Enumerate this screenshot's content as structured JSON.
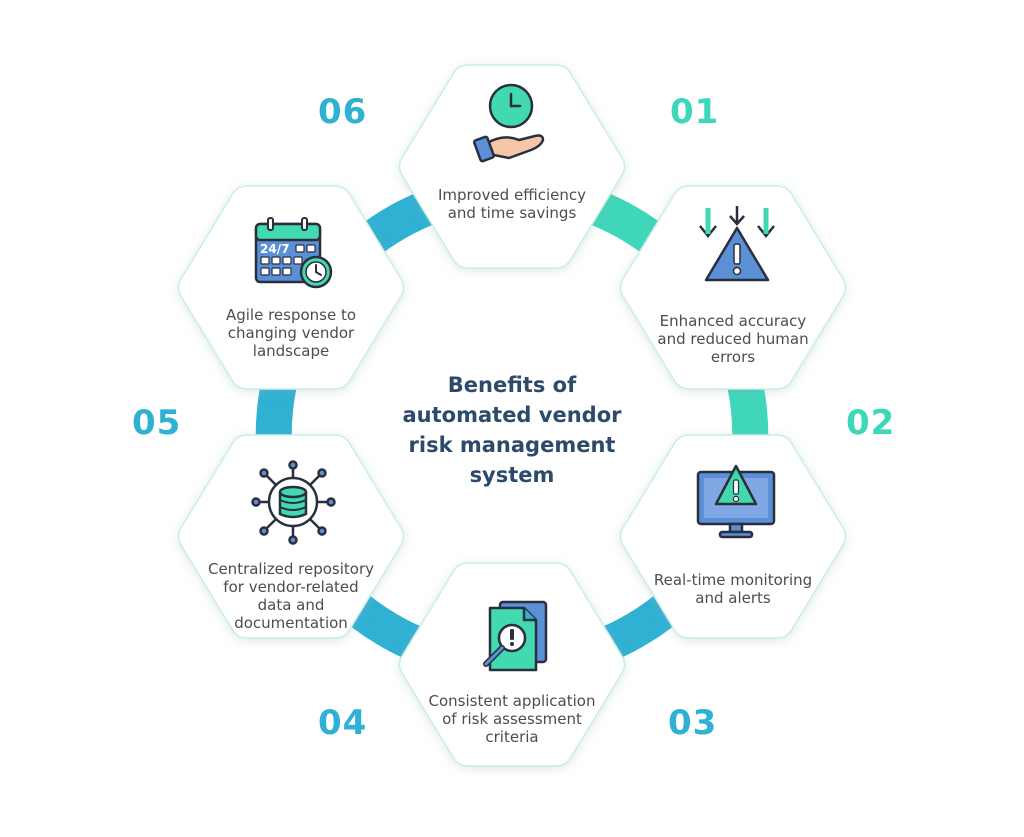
{
  "title": {
    "lines": [
      "Benefits of",
      "automated vendor",
      "risk management",
      "system"
    ]
  },
  "colors": {
    "teal": "#3fd7b9",
    "blue": "#2fb1d3",
    "title": "#2d4a6b",
    "text": "#4d4d4d",
    "icon_blue": "#5b8fd6",
    "icon_green": "#43d9b0",
    "icon_dark": "#2a2f3d"
  },
  "items": [
    {
      "number": "01",
      "icon": "hand-clock-icon",
      "lines": [
        "Improved efficiency",
        "and time savings"
      ]
    },
    {
      "number": "02",
      "icon": "warning-arrows-icon",
      "lines": [
        "Enhanced accuracy",
        "and reduced human",
        "errors"
      ]
    },
    {
      "number": "03",
      "icon": "monitor-alert-icon",
      "lines": [
        "Real-time monitoring",
        "and alerts"
      ]
    },
    {
      "number": "04",
      "icon": "document-search-icon",
      "lines": [
        "Consistent application",
        "of risk assessment",
        "criteria"
      ]
    },
    {
      "number": "05",
      "icon": "database-network-icon",
      "lines": [
        "Centralized repository",
        "for vendor-related",
        "data and",
        "documentation"
      ]
    },
    {
      "number": "06",
      "icon": "calendar-24-7-icon",
      "lines": [
        "Agile response to",
        "changing vendor",
        "landscape"
      ]
    }
  ]
}
